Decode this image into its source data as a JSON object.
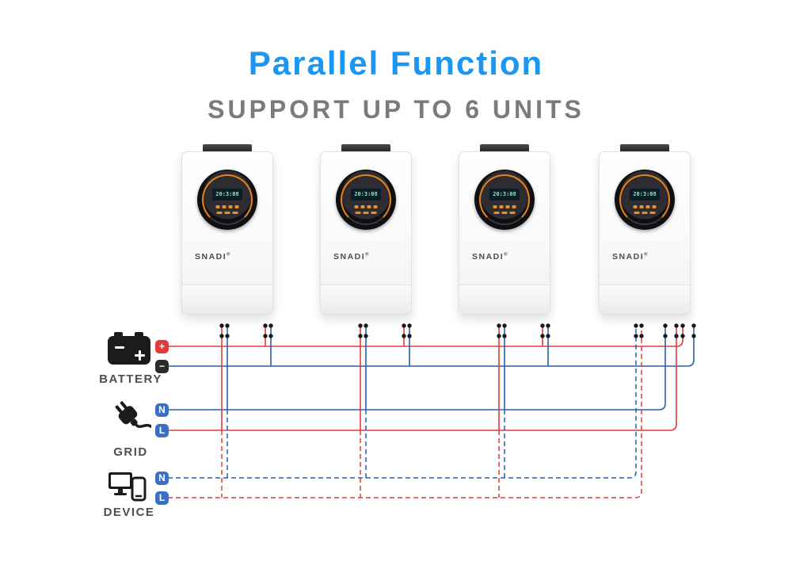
{
  "header": {
    "title": "Parallel Function",
    "subtitle": "SUPPORT UP TO 6 UNITS"
  },
  "inverters": [
    {
      "brand": "SNADI",
      "reg_mark": "®",
      "lcd_text": "20:3:08"
    },
    {
      "brand": "SNADI",
      "reg_mark": "®",
      "lcd_text": "20:3:08"
    },
    {
      "brand": "SNADI",
      "reg_mark": "®",
      "lcd_text": "20:3:08"
    },
    {
      "brand": "SNADI",
      "reg_mark": "®",
      "lcd_text": "20:3:08"
    }
  ],
  "sources": {
    "battery": {
      "label": "BATTERY",
      "terminal_plus": "+",
      "terminal_minus": "−"
    },
    "grid": {
      "label": "GRID",
      "terminal_n": "N",
      "terminal_l": "L"
    },
    "device": {
      "label": "DEVICE",
      "terminal_n": "N",
      "terminal_l": "L"
    }
  },
  "wiring": {
    "live_wire_color": "#e23b3c",
    "neutral_wire_color": "#2a5db0",
    "device_line_style": "dashed",
    "battery_lines": "solid",
    "grid_lines": "solid"
  },
  "colors": {
    "title_blue": "#1b96f2",
    "subtitle_gray": "#7b7b7b",
    "accent_orange": "#ef8c1f",
    "terminal_red": "#e4393c",
    "terminal_black": "#2b2b2b",
    "terminal_blue": "#3a6fc4"
  }
}
